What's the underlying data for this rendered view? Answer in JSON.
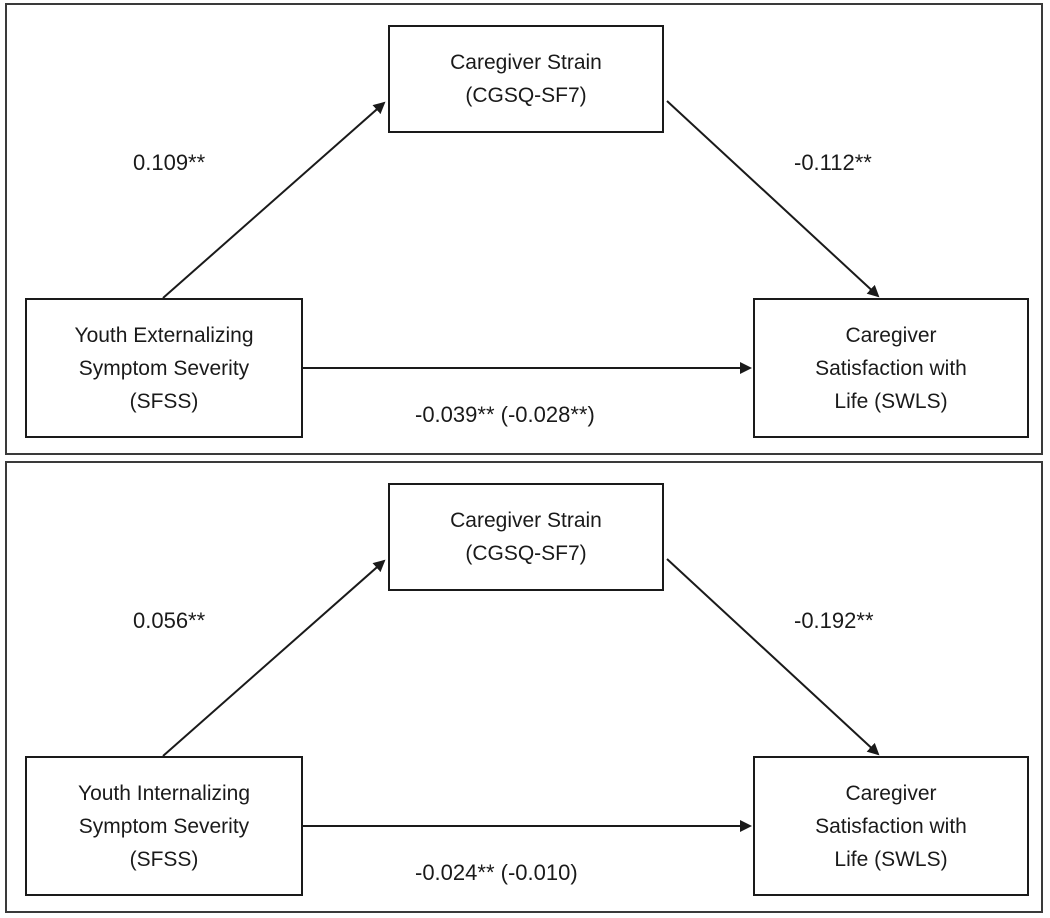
{
  "panels": [
    {
      "mediator": {
        "line1": "Caregiver Strain",
        "line2": "(CGSQ-SF7)"
      },
      "predictor": {
        "line1": "Youth Externalizing",
        "line2": "Symptom Severity",
        "line3": "(SFSS)"
      },
      "outcome": {
        "line1": "Caregiver",
        "line2": "Satisfaction with",
        "line3": "Life (SWLS)"
      },
      "path_a": "0.109**",
      "path_b": "-0.112**",
      "path_c": "-0.039** (-0.028**)"
    },
    {
      "mediator": {
        "line1": "Caregiver Strain",
        "line2": "(CGSQ-SF7)"
      },
      "predictor": {
        "line1": "Youth Internalizing",
        "line2": "Symptom Severity",
        "line3": "(SFSS)"
      },
      "outcome": {
        "line1": "Caregiver",
        "line2": "Satisfaction with",
        "line3": "Life (SWLS)"
      },
      "path_a": "0.056**",
      "path_b": "-0.192**",
      "path_c": "-0.024** (-0.010)"
    }
  ]
}
